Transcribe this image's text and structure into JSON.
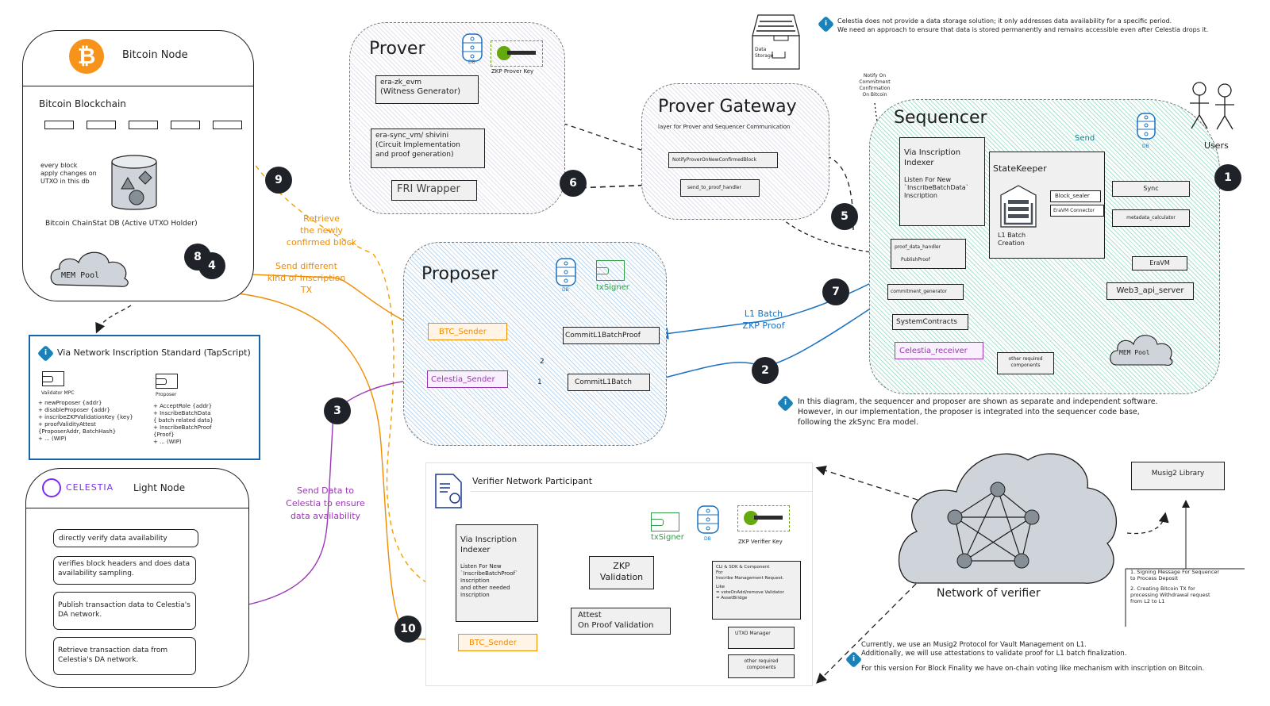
{
  "bitcoin_node": {
    "title": "Bitcoin Node",
    "blockchain_label": "Bitcoin Blockchain",
    "utxo_note": [
      "every block",
      "apply changes on",
      "UTXO in this db"
    ],
    "chainstat_label": "Bitcoin ChainStat DB (Active UTXO Holder)",
    "mempool_label": "MEM Pool",
    "icon": "bitcoin-logo-icon",
    "brand_color": "#f7931a"
  },
  "inscription_standard": {
    "title": "Via Network Inscription Standard (TapScript)",
    "validator": {
      "label": "Validator MPC",
      "items": [
        "+ newProposer {addr}",
        "+ disableProposer {addr}",
        "+ inscribeZKPValidationKey {key}",
        "+ proofValidityAttest",
        "{ProposerAddr, BatchHash}",
        "+ ... (WIP)"
      ]
    },
    "proposer": {
      "label": "Proposer",
      "items": [
        "+ AcceptRole {addr}",
        "+ InscribeBatchData",
        "{ batch related data}",
        "+ InscribeBatchProof",
        "{Proof}",
        "+ ... (WIP)"
      ]
    }
  },
  "celestia_node": {
    "brand": "CELESTIA",
    "title": "Light Node",
    "brand_color": "#7b2bf9",
    "items": [
      "directly verify data availability",
      "verifies block headers and does data availability sampling.",
      "Publish transaction data to Celestia's DA network.",
      "Retrieve transaction data from Celestia's DA network."
    ]
  },
  "prover": {
    "title": "Prover",
    "db_label": "DB",
    "key_label": "ZKP Prover Key",
    "witness": [
      "era-zk_evm",
      "(Witness Generator)"
    ],
    "circuit": [
      "era-sync_vm/ shivini",
      "(Circuit Implementation",
      "and proof generation)"
    ],
    "fri": "FRI Wrapper"
  },
  "prover_gateway": {
    "title": "Prover Gateway",
    "subtitle": "layer for Prover and Sequencer Communication",
    "notify": "NotifyProverOnNewConfirmedBlock",
    "send_to_proof": "send_to_proof_handler"
  },
  "proposer": {
    "title": "Proposer",
    "db_label": "DB",
    "signer_label": "txSigner",
    "btc_sender": "BTC_Sender",
    "celestia_sender": "Celestia_Sender",
    "commit_proof": "CommitL1BatchProof",
    "commit_batch": "CommitL1Batch",
    "step1": "1",
    "step2": "2"
  },
  "sequencer": {
    "title": "Sequencer",
    "indexer": {
      "title": [
        "Via Inscription",
        "Indexer"
      ],
      "desc": [
        "Listen For New",
        "`InscribeBatchData`",
        "Inscription"
      ]
    },
    "statekeeper": {
      "title": "StateKeeper",
      "batch_label": [
        "L1 Batch",
        "Creation"
      ],
      "block_sealer": "Block_sealer",
      "eravm_connector": "EraVM Connector"
    },
    "sync": "Sync",
    "metadata": "metadata_calculator",
    "eravm": "EraVM",
    "web3": "Web3_api_server",
    "mempool": "MEM Pool",
    "proof_handler": "proof_data_handler",
    "publish_proof": "PublishProof",
    "commitment": "commitment_generator",
    "system_contracts": "SystemContracts",
    "celestia_receiver": "Celestia_receiver",
    "other": [
      "other required",
      "components"
    ],
    "db_label": "DB",
    "send_label": "Send"
  },
  "users_label": "Users",
  "notify_commitment": [
    "Notify On",
    "Commitment",
    "Confirmation",
    "On Bitcoin"
  ],
  "data_storage": {
    "label": [
      "Data",
      "Storage"
    ],
    "note": [
      "Celestia does not provide a data storage solution; it only addresses data availability for a specific period.",
      "We need an approach to ensure that data is stored permanently and remains accessible even after Celestia drops it."
    ]
  },
  "separate_note": [
    "In this diagram, the sequencer and proposer are shown as separate and independent software.",
    "However, in our implementation, the proposer is integrated into the sequencer code base,",
    "following the zkSync Era model."
  ],
  "verifier": {
    "title": "Verifier Network Participant",
    "indexer": {
      "title": [
        "Via Inscription",
        "Indexer"
      ],
      "desc": [
        "Listen For New",
        "`InscribeBatchProof`",
        "Inscription",
        "and other needed",
        "Inscription"
      ]
    },
    "zkp": [
      "ZKP",
      "Validation"
    ],
    "attest": [
      "Attest",
      "On Proof Validation"
    ],
    "btc_sender": "BTC_Sender",
    "signer_label": "txSigner",
    "db_label": "DB",
    "key_label": "ZKP Verifier Key",
    "cli": [
      "CLI & SDK & Component",
      "For",
      "Inscribe Management Request.",
      "",
      "Like",
      "= voteOnAdd/remove Validator",
      "= AssetBridge"
    ],
    "utxo_manager": "UTXO Manager",
    "other": [
      "other required",
      "components"
    ]
  },
  "network": {
    "label": "Network of verifier",
    "musig": "Musig2 Library",
    "musig_note": [
      "1. Signing Message For Sequencer",
      "to Process Deposit",
      "",
      "2. Creating Bitcoin TX for",
      "processing Withdrawal request",
      "from L2 to L1"
    ]
  },
  "musig_note": [
    "Currently, we use an Musig2 Protocol for Vault Management on L1.",
    "Additionally, we will use attestations to validate proof for L1 batch finalization.",
    "",
    "For this version For Block Finality we have on-chain voting like mechanism with inscription on Bitcoin."
  ],
  "flows": {
    "retrieve_block": [
      "Retrieve",
      "the newly",
      "confirmed block"
    ],
    "send_inscription": [
      "Send different",
      "kind of Inscription",
      "TX"
    ],
    "send_celestia": [
      "Send Data to",
      "Celestia to ensure",
      "data availability"
    ],
    "l1_batch_proof": [
      "L1 Batch",
      "ZKP Proof"
    ]
  },
  "badges": [
    "1",
    "2",
    "3",
    "4",
    "5",
    "6",
    "7",
    "8",
    "9",
    "10"
  ],
  "colors": {
    "orange": "#f08c00",
    "purple": "#9c36b5",
    "blue": "#1971c2",
    "teal": "#0c8599",
    "badge": "#1f2329",
    "info": "#1a82b8"
  }
}
